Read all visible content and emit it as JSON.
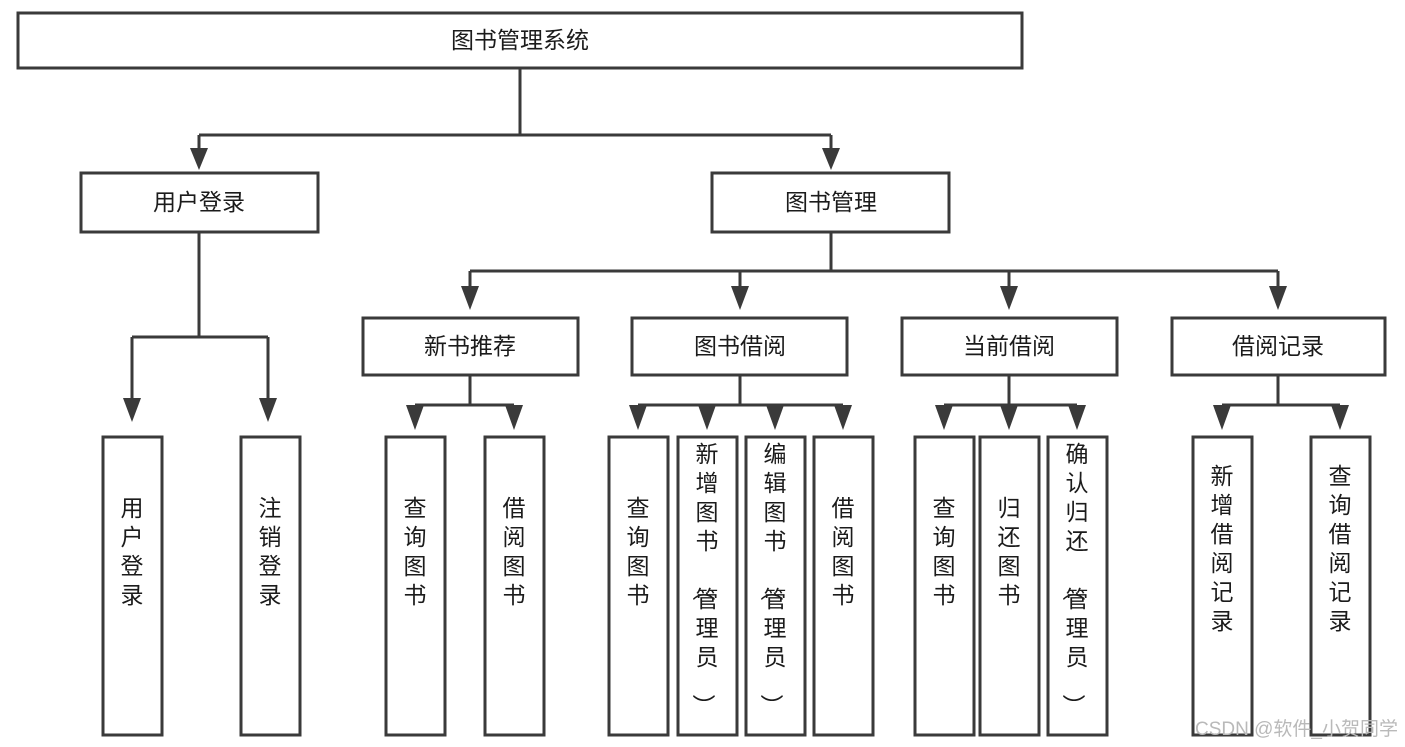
{
  "diagram": {
    "title": "图书管理系统",
    "type": "tree-hierarchy-chart",
    "root": {
      "label": "图书管理系统"
    },
    "level2": [
      {
        "id": "user-login",
        "label": "用户登录"
      },
      {
        "id": "book-management",
        "label": "图书管理"
      }
    ],
    "level3": [
      {
        "id": "new-book-recommend",
        "label": "新书推荐",
        "parent": "book-management"
      },
      {
        "id": "book-borrow",
        "label": "图书借阅",
        "parent": "book-management"
      },
      {
        "id": "current-borrow",
        "label": "当前借阅",
        "parent": "book-management"
      },
      {
        "id": "borrow-record",
        "label": "借阅记录",
        "parent": "book-management"
      }
    ],
    "leaves": {
      "user-login": [
        {
          "id": "leaf-user-login",
          "label": "用户登录"
        },
        {
          "id": "leaf-user-logout",
          "label": "注销登录"
        }
      ],
      "new-book-recommend": [
        {
          "id": "leaf-query-book-1",
          "label": "查询图书"
        },
        {
          "id": "leaf-borrow-book-1",
          "label": "借阅图书"
        }
      ],
      "book-borrow": [
        {
          "id": "leaf-query-book-2",
          "label": "查询图书"
        },
        {
          "id": "leaf-add-book",
          "label": "新增图书（管理员）"
        },
        {
          "id": "leaf-edit-book",
          "label": "编辑图书（管理员）"
        },
        {
          "id": "leaf-borrow-book-2",
          "label": "借阅图书"
        }
      ],
      "current-borrow": [
        {
          "id": "leaf-query-book-3",
          "label": "查询图书"
        },
        {
          "id": "leaf-return-book",
          "label": "归还图书"
        },
        {
          "id": "leaf-confirm-return",
          "label": "确认归还（管理员）"
        }
      ],
      "borrow-record": [
        {
          "id": "leaf-add-record",
          "label": "新增借阅记录"
        },
        {
          "id": "leaf-query-record",
          "label": "查询借阅记录"
        }
      ]
    }
  },
  "watermark": {
    "text": "CSDN @软件_小贺同学"
  },
  "colors": {
    "stroke": "#3a3a3a",
    "box_fill": "#ffffff",
    "text": "#1b1b1b",
    "watermark": "#b9b9b9",
    "canvas": "#ffffff"
  }
}
